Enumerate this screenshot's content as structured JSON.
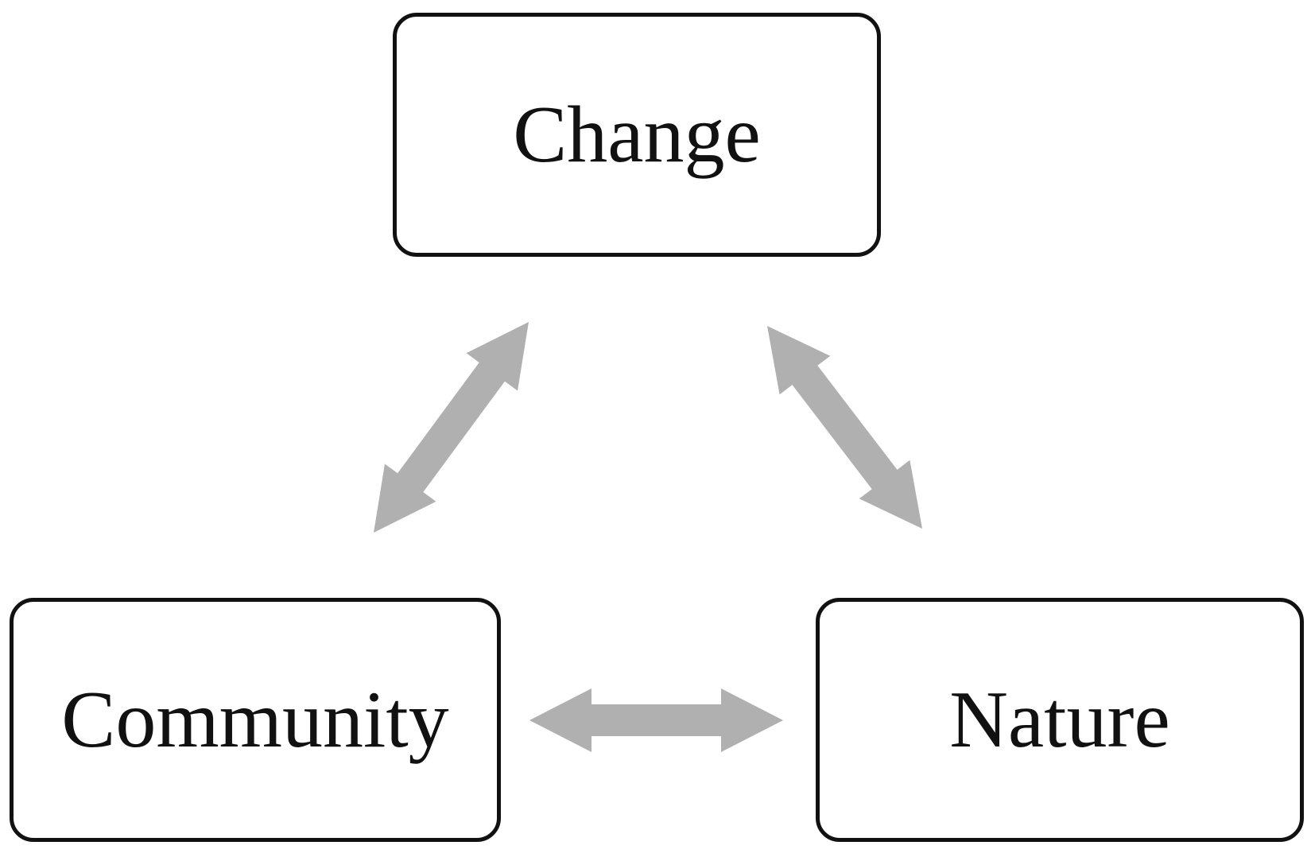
{
  "nodes": {
    "change": {
      "label": "Change"
    },
    "community": {
      "label": "Community"
    },
    "nature": {
      "label": "Nature"
    }
  },
  "edges": [
    {
      "from": "community",
      "to": "change",
      "type": "bidirectional"
    },
    {
      "from": "change",
      "to": "nature",
      "type": "bidirectional"
    },
    {
      "from": "community",
      "to": "nature",
      "type": "bidirectional"
    }
  ],
  "colors": {
    "arrow": "#b0b0b0",
    "box_border": "#111111",
    "background": "#ffffff"
  }
}
